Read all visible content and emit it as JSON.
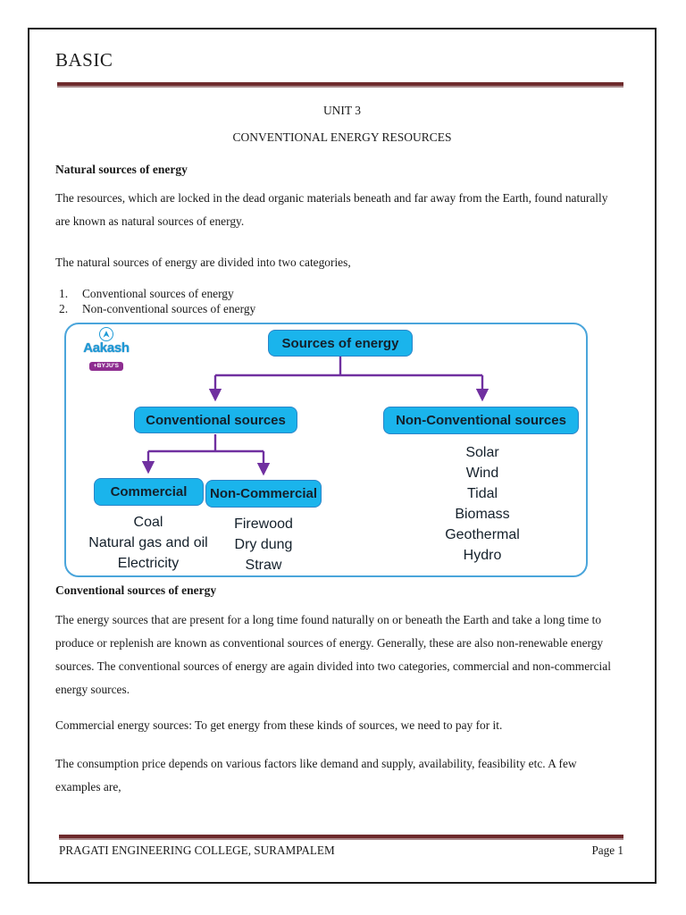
{
  "header": {
    "title": "BASIC"
  },
  "document": {
    "unit": "UNIT 3",
    "title": "CONVENTIONAL ENERGY RESOURCES",
    "heading_natural": "Natural sources of energy",
    "heading_conventional": "Conventional sources of energy",
    "paragraphs": {
      "p1": "The resources, which are locked in the dead organic materials beneath and far away from the Earth, found naturally are known as natural sources of energy.",
      "p2": "The natural sources of energy are divided into two categories,",
      "p3": "The energy sources that are present for a long time found naturally on or beneath the Earth and take a long time to produce or replenish are known as conventional sources of energy. Generally, these are also non-renewable energy sources. The conventional sources of energy are again divided into two categories, commercial and non-commercial energy sources.",
      "p4": "Commercial energy sources: To get energy from these kinds of sources, we need to pay for it.",
      "p5": "The consumption price depends on various factors like demand and supply, availability, feasibility etc. A few examples are,"
    },
    "numbered_list": [
      {
        "num": "1.",
        "text": "Conventional sources of energy"
      },
      {
        "num": "2.",
        "text": "Non-conventional sources of energy"
      }
    ]
  },
  "diagram": {
    "logo": {
      "brand": "Aakash",
      "badge": "+BYJU'S"
    },
    "nodes": {
      "root": "Sources of energy",
      "conventional": "Conventional sources",
      "non_conventional": "Non-Conventional sources",
      "commercial": "Commercial",
      "non_commercial": "Non-Commercial"
    },
    "lists": {
      "commercial": [
        "Coal",
        "Natural gas and oil",
        "Electricity"
      ],
      "non_commercial": [
        "Firewood",
        "Dry dung",
        "Straw"
      ],
      "non_conventional": [
        "Solar",
        "Wind",
        "Tidal",
        "Biomass",
        "Geothermal",
        "Hydro"
      ]
    },
    "colors": {
      "node_fill": "#1ab4ec",
      "node_border": "#2a85c8",
      "connector": "#7030a0",
      "frame_border": "#4aa5db",
      "text": "#14202b"
    }
  },
  "footer": {
    "left": "PRAGATI ENGINEERING COLLEGE, SURAMPALEM",
    "right": "Page 1"
  },
  "colors": {
    "rule": "#6e2a2c"
  }
}
